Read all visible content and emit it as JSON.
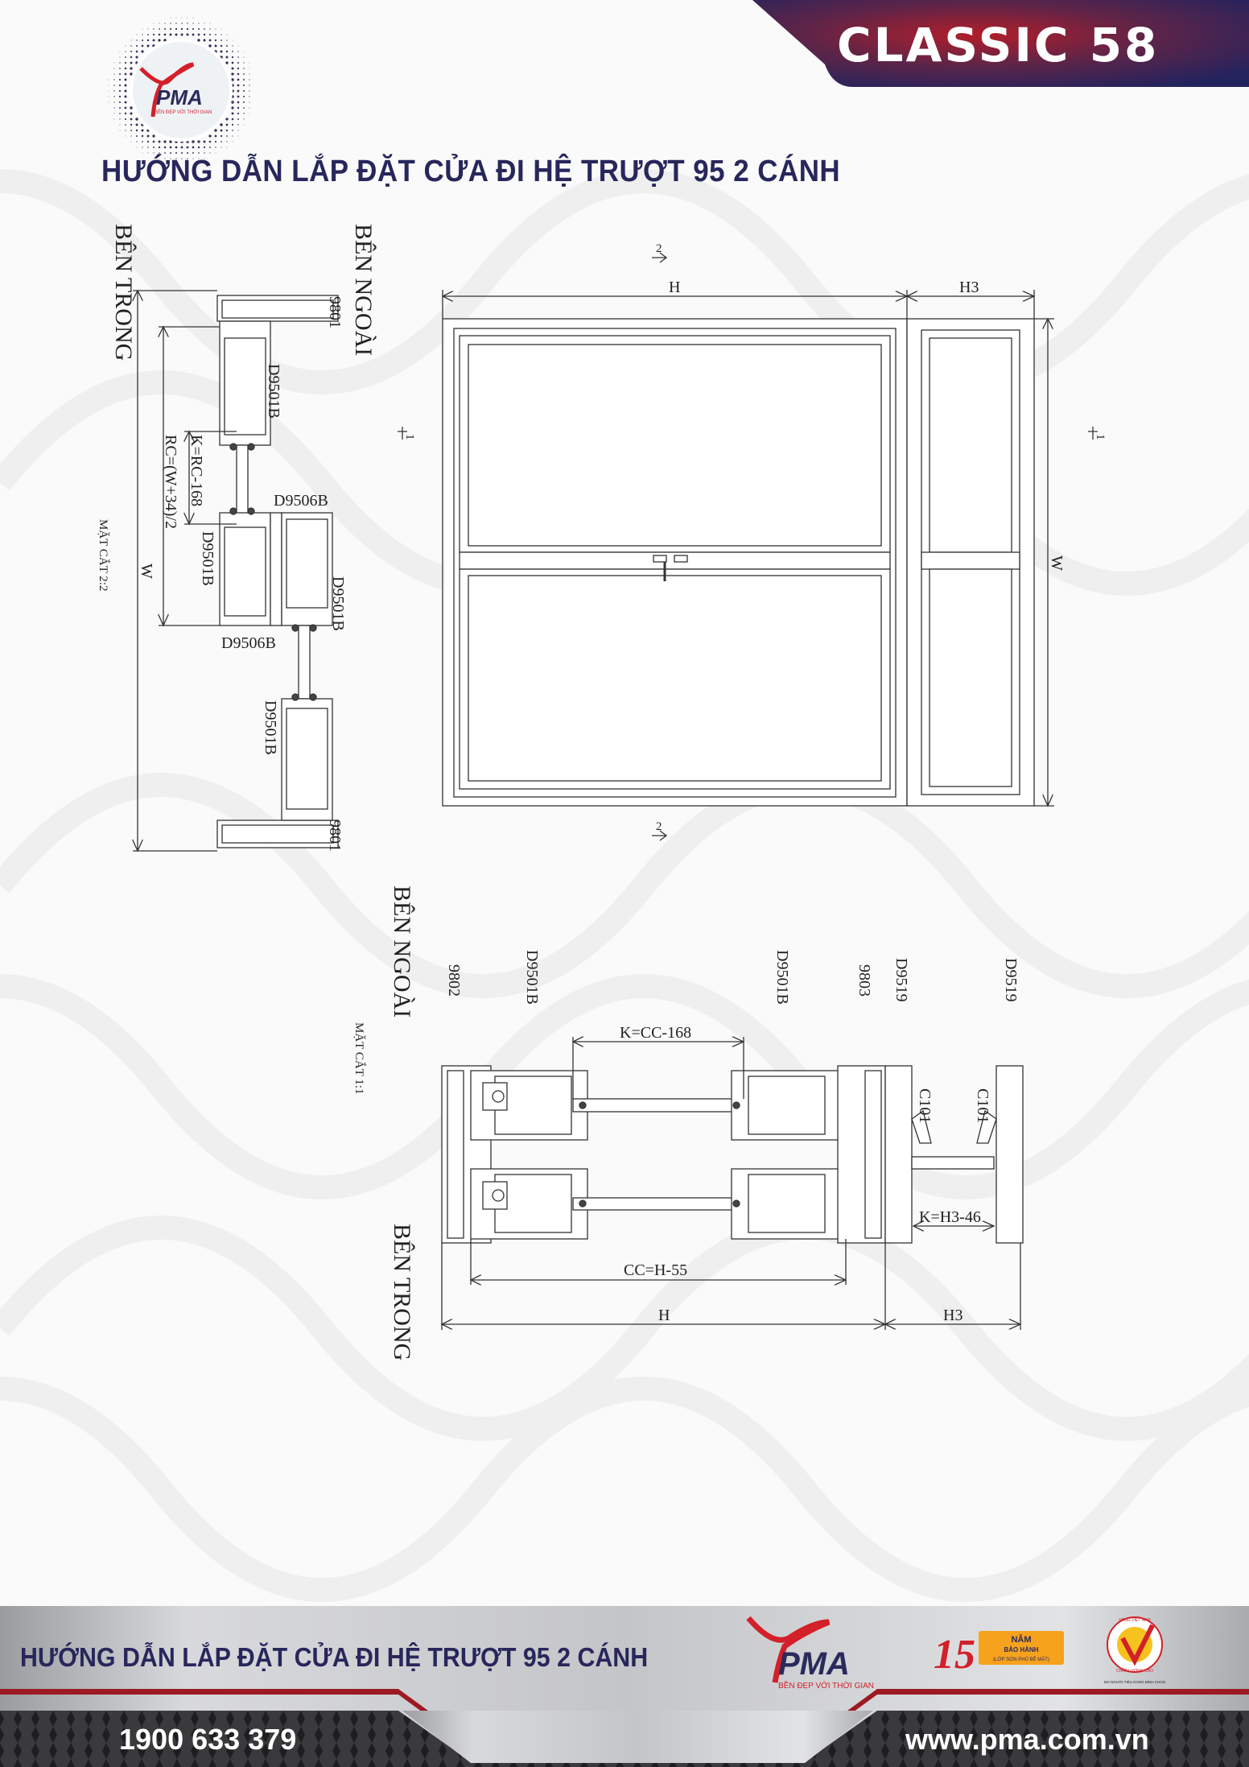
{
  "header": {
    "brand_title": "CLASSIC 58",
    "logo_text": "PMA",
    "logo_slogan": "BỀN ĐẸP VỚI THỜI GIAN",
    "page_title": "HƯỚNG DẪN LẮP ĐẶT CỬA ĐI HỆ  TRƯỢT 95 2 CÁNH",
    "colors": {
      "navy": "#27275c",
      "red": "#c4202a"
    }
  },
  "section_2_2": {
    "side_inside": "BÊN TRONG",
    "side_outside": "BÊN NGOÀI",
    "title": "MẶT CẮT 2:2",
    "dim_w": "W",
    "dim_rc": "RC=(W+34)/2",
    "dim_k": "K=RC-168",
    "labels": [
      "9801",
      "D9501B",
      "D9506B",
      "D9501B",
      "D9501B",
      "D9506B",
      "D9501B",
      "9801"
    ],
    "cut_marker": "1"
  },
  "elevation": {
    "dim_h": "H",
    "dim_h3": "H3",
    "dim_w": "W",
    "marker_2": "2",
    "marker_1": "1"
  },
  "section_1_1": {
    "side_outside": "BÊN NGOÀI",
    "side_inside": "BÊN TRONG",
    "title": "MẶT CẮT 1:1",
    "labels": [
      "9802",
      "D9501B",
      "D9501B",
      "9803",
      "D9519",
      "D9519",
      "C101",
      "C101"
    ],
    "dim_k_cc": "K=CC-168",
    "dim_cc": "CC=H-55",
    "dim_h": "H",
    "dim_h3": "H3",
    "dim_k_h3": "K=H3-46"
  },
  "footer": {
    "title": "HƯỚNG DẪN LẮP ĐẶT CỬA ĐI HỆ TRƯỢT 95 2 CÁNH",
    "logo_text": "PMA",
    "logo_slogan": "BỀN ĐẸP VỚI THỜI GIAN",
    "warranty_years": "15",
    "warranty_unit": "NĂM",
    "warranty_label": "BẢO HÀNH",
    "warranty_note": "(LỚP SƠN PHỦ BỀ MẶT)",
    "seal_top": "HÀNG VIỆT NAM",
    "seal_bottom": "CHẤT LƯỢNG CAO",
    "seal_caption": "DO NGƯỜI TIÊU DÙNG BÌNH CHỌN",
    "phone": "1900 633 379",
    "website": "www.pma.com.vn"
  }
}
